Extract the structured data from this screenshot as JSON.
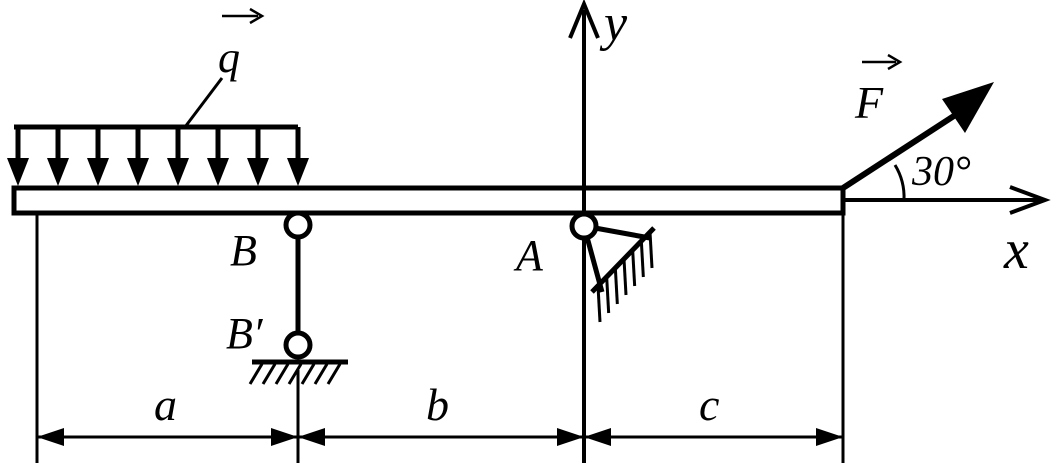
{
  "labels": {
    "q": "q",
    "F": "F",
    "angle": "30°",
    "x_axis": "x",
    "y_axis": "y",
    "point_B": "B",
    "point_B_prime": "B′",
    "point_A": "A",
    "dim_a": "a",
    "dim_b": "b",
    "dim_c": "c"
  },
  "colors": {
    "ink": "#000000",
    "background": "#ffffff"
  }
}
